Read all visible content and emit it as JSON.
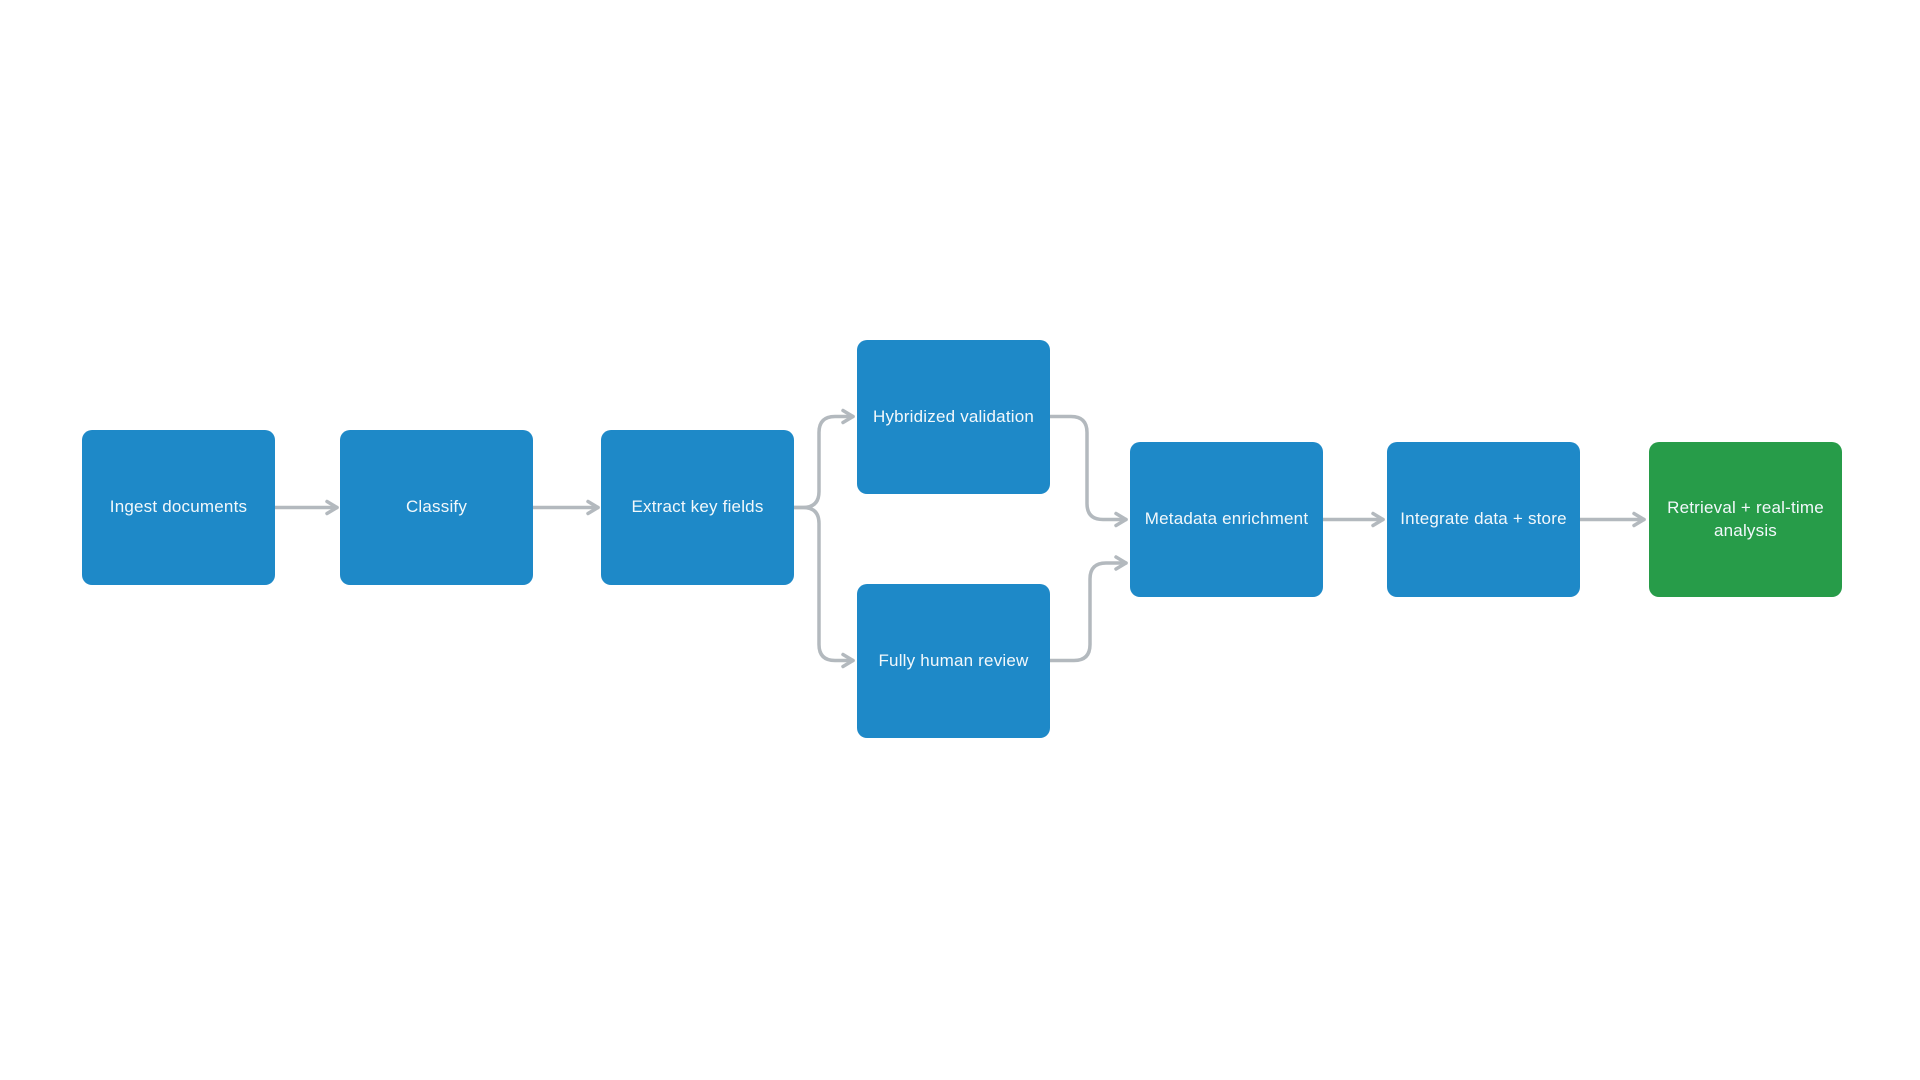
{
  "diagram": {
    "title": "document-processing-pipeline-flowchart",
    "colors": {
      "process_node": "#1e89c8",
      "terminal_node": "#279c49",
      "connector": "#b3b9be",
      "label_text": "#f2f8fb",
      "background": "#ffffff"
    },
    "nodes": [
      {
        "id": "ingest-documents",
        "label": "Ingest documents",
        "kind": "process"
      },
      {
        "id": "classify",
        "label": "Classify",
        "kind": "process"
      },
      {
        "id": "extract-key-fields",
        "label": "Extract key fields",
        "kind": "process"
      },
      {
        "id": "hybridized-validation",
        "label": "Hybridized validation",
        "kind": "process"
      },
      {
        "id": "fully-human-review",
        "label": "Fully human review",
        "kind": "process"
      },
      {
        "id": "metadata-enrichment",
        "label": "Metadata enrichment",
        "kind": "process"
      },
      {
        "id": "integrate-data-store",
        "label": "Integrate data + store",
        "kind": "process"
      },
      {
        "id": "retrieval-analysis",
        "label": "Retrieval + real-time\nanalysis",
        "kind": "terminal"
      }
    ],
    "edges": [
      {
        "from": "ingest-documents",
        "to": "classify"
      },
      {
        "from": "classify",
        "to": "extract-key-fields"
      },
      {
        "from": "extract-key-fields",
        "to": "hybridized-validation"
      },
      {
        "from": "extract-key-fields",
        "to": "fully-human-review"
      },
      {
        "from": "hybridized-validation",
        "to": "metadata-enrichment"
      },
      {
        "from": "fully-human-review",
        "to": "metadata-enrichment"
      },
      {
        "from": "metadata-enrichment",
        "to": "integrate-data-store"
      },
      {
        "from": "integrate-data-store",
        "to": "retrieval-analysis"
      }
    ]
  }
}
